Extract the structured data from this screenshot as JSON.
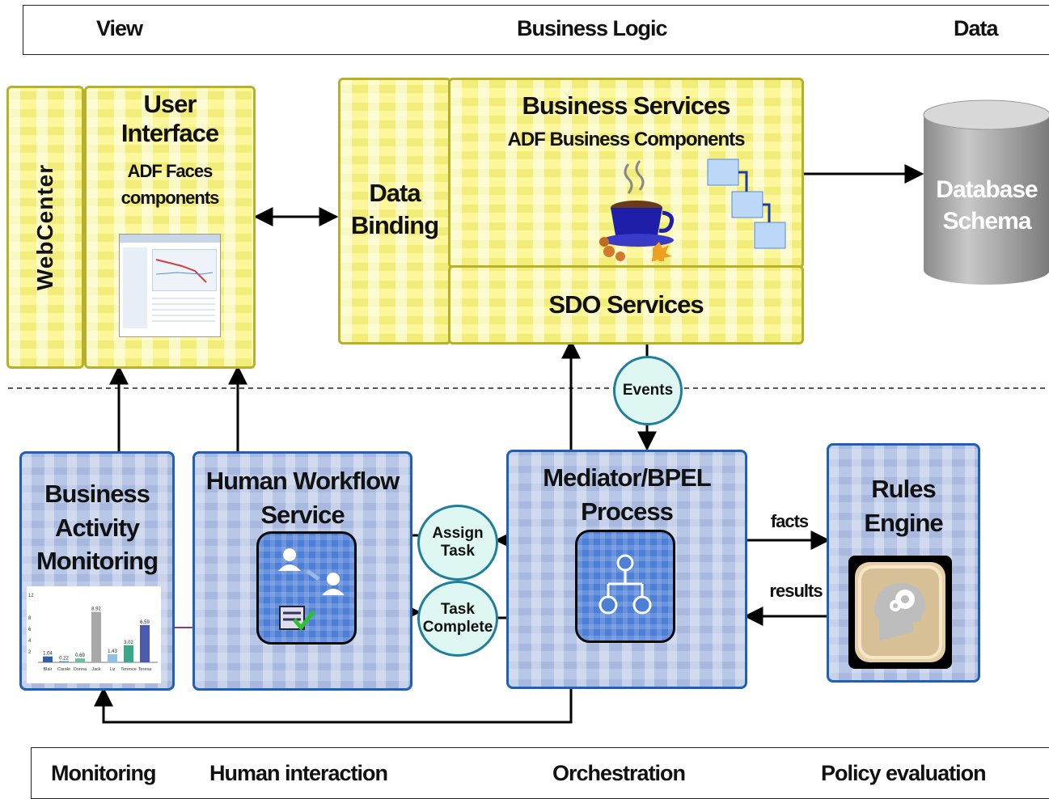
{
  "top_band": {
    "view": "View",
    "business_logic": "Business Logic",
    "data": "Data"
  },
  "bottom_band": {
    "monitoring": "Monitoring",
    "human_interaction": "Human interaction",
    "orchestration": "Orchestration",
    "policy_evaluation": "Policy evaluation"
  },
  "webcenter": "WebCenter",
  "user_interface": {
    "line1": "User",
    "line2": "Interface",
    "line3": "ADF Faces",
    "line4": "components"
  },
  "data_binding": {
    "line1": "Data",
    "line2": "Binding"
  },
  "business_services": {
    "title": "Business Services",
    "subtitle": "ADF Business Components"
  },
  "sdo_services": "SDO Services",
  "database": {
    "line1": "Database",
    "line2": "Schema"
  },
  "events": "Events",
  "bam": {
    "line1": "Business",
    "line2": "Activity",
    "line3": "Monitoring",
    "chart": {
      "categories": [
        "Blair",
        "Carole",
        "Donna",
        "Jack",
        "Liz",
        "Terence",
        "Teresa"
      ],
      "values": [
        1.04,
        0.22,
        0.69,
        8.92,
        1.43,
        3.02,
        6.59
      ],
      "value_labels": [
        "1.04",
        "0.22",
        "0.69",
        "8.92",
        "1.43",
        "3.02",
        "6.59"
      ],
      "yticks": [
        "12",
        "8",
        "6",
        "4",
        "2"
      ],
      "colors": [
        "#2f5fa8",
        "#5aa0d8",
        "#6cc2a0",
        "#a8a8a8",
        "#8fc0e8",
        "#3aa888",
        "#4a5ab0"
      ]
    }
  },
  "human_workflow": {
    "line1": "Human Workflow",
    "line2": "Service"
  },
  "assign_task": {
    "line1": "Assign",
    "line2": "Task"
  },
  "task_complete": {
    "line1": "Task",
    "line2": "Complete"
  },
  "mediator": {
    "line1": "Mediator/BPEL",
    "line2": "Process"
  },
  "facts": "facts",
  "results": "results",
  "rules_engine": {
    "line1": "Rules",
    "line2": "Engine"
  },
  "colors": {
    "yellow_fill": "#fbf79a",
    "blue_border": "#1f5fb5",
    "circle_fill": "#dff7f2"
  }
}
